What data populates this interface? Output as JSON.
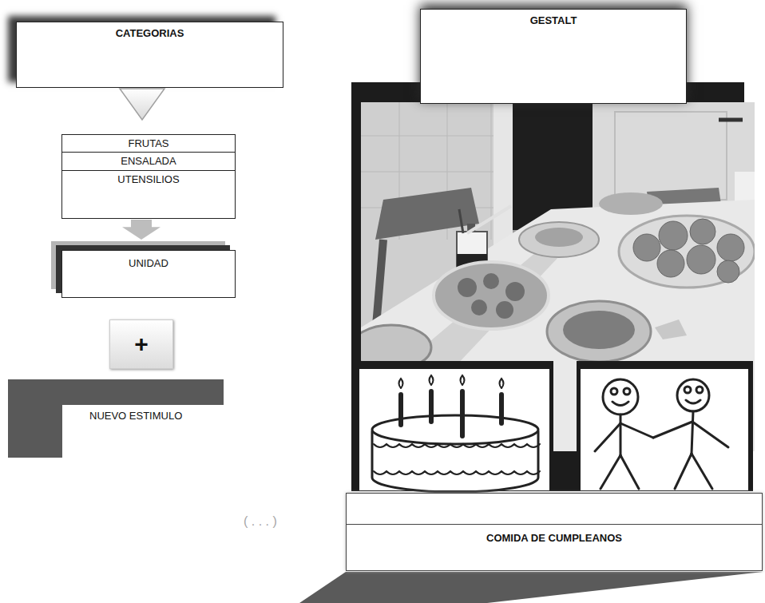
{
  "diagram": {
    "nodes": [
      {
        "text": [
          "CATEGORIAS"
        ]
      },
      {
        "text": [
          "FRUTAS"
        ]
      },
      {
        "text": [
          "ENSALADA"
        ]
      },
      {
        "text": [
          "UTENSILIOS"
        ]
      },
      {
        "text": [
          "UNIDAD"
        ]
      },
      {
        "text": [
          "+"
        ]
      },
      {
        "text": [
          "NUEVO ESTIMULO"
        ]
      },
      {
        "text": [
          "GESTALT"
        ]
      },
      {
        "text": [
          "COMIDA DE CUMPLEANOS"
        ]
      }
    ],
    "edges": [
      {
        "from": 0,
        "to": 1,
        "arrow": "to"
      },
      {
        "from": 3,
        "to": 4,
        "arrow": "to"
      }
    ],
    "labels": [
      "( . . . )"
    ]
  }
}
